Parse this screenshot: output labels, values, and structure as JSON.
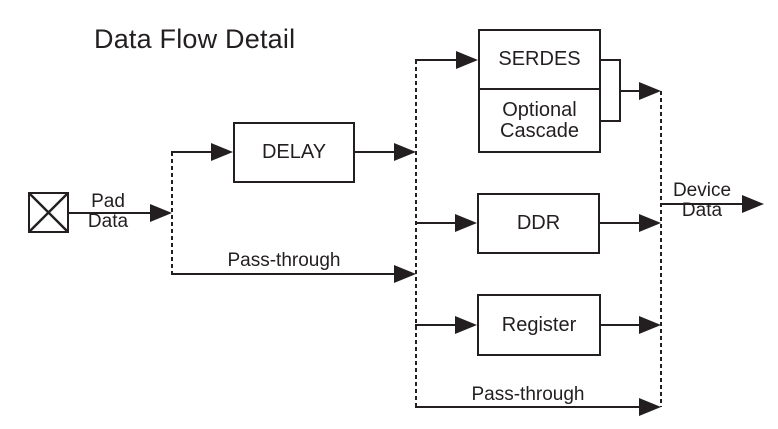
{
  "title": "Data Flow Detail",
  "pad": {
    "line1": "Pad",
    "line2": "Data"
  },
  "blocks": {
    "delay": "DELAY",
    "serdes": "SERDES",
    "cascade_line1": "Optional",
    "cascade_line2": "Cascade",
    "ddr": "DDR",
    "register": "Register"
  },
  "labels": {
    "pass_through_upper": "Pass-through",
    "pass_through_lower": "Pass-through"
  },
  "device": {
    "line1": "Device",
    "line2": "Data"
  },
  "colors": {
    "ink": "#231f20",
    "background": "#ffffff"
  }
}
